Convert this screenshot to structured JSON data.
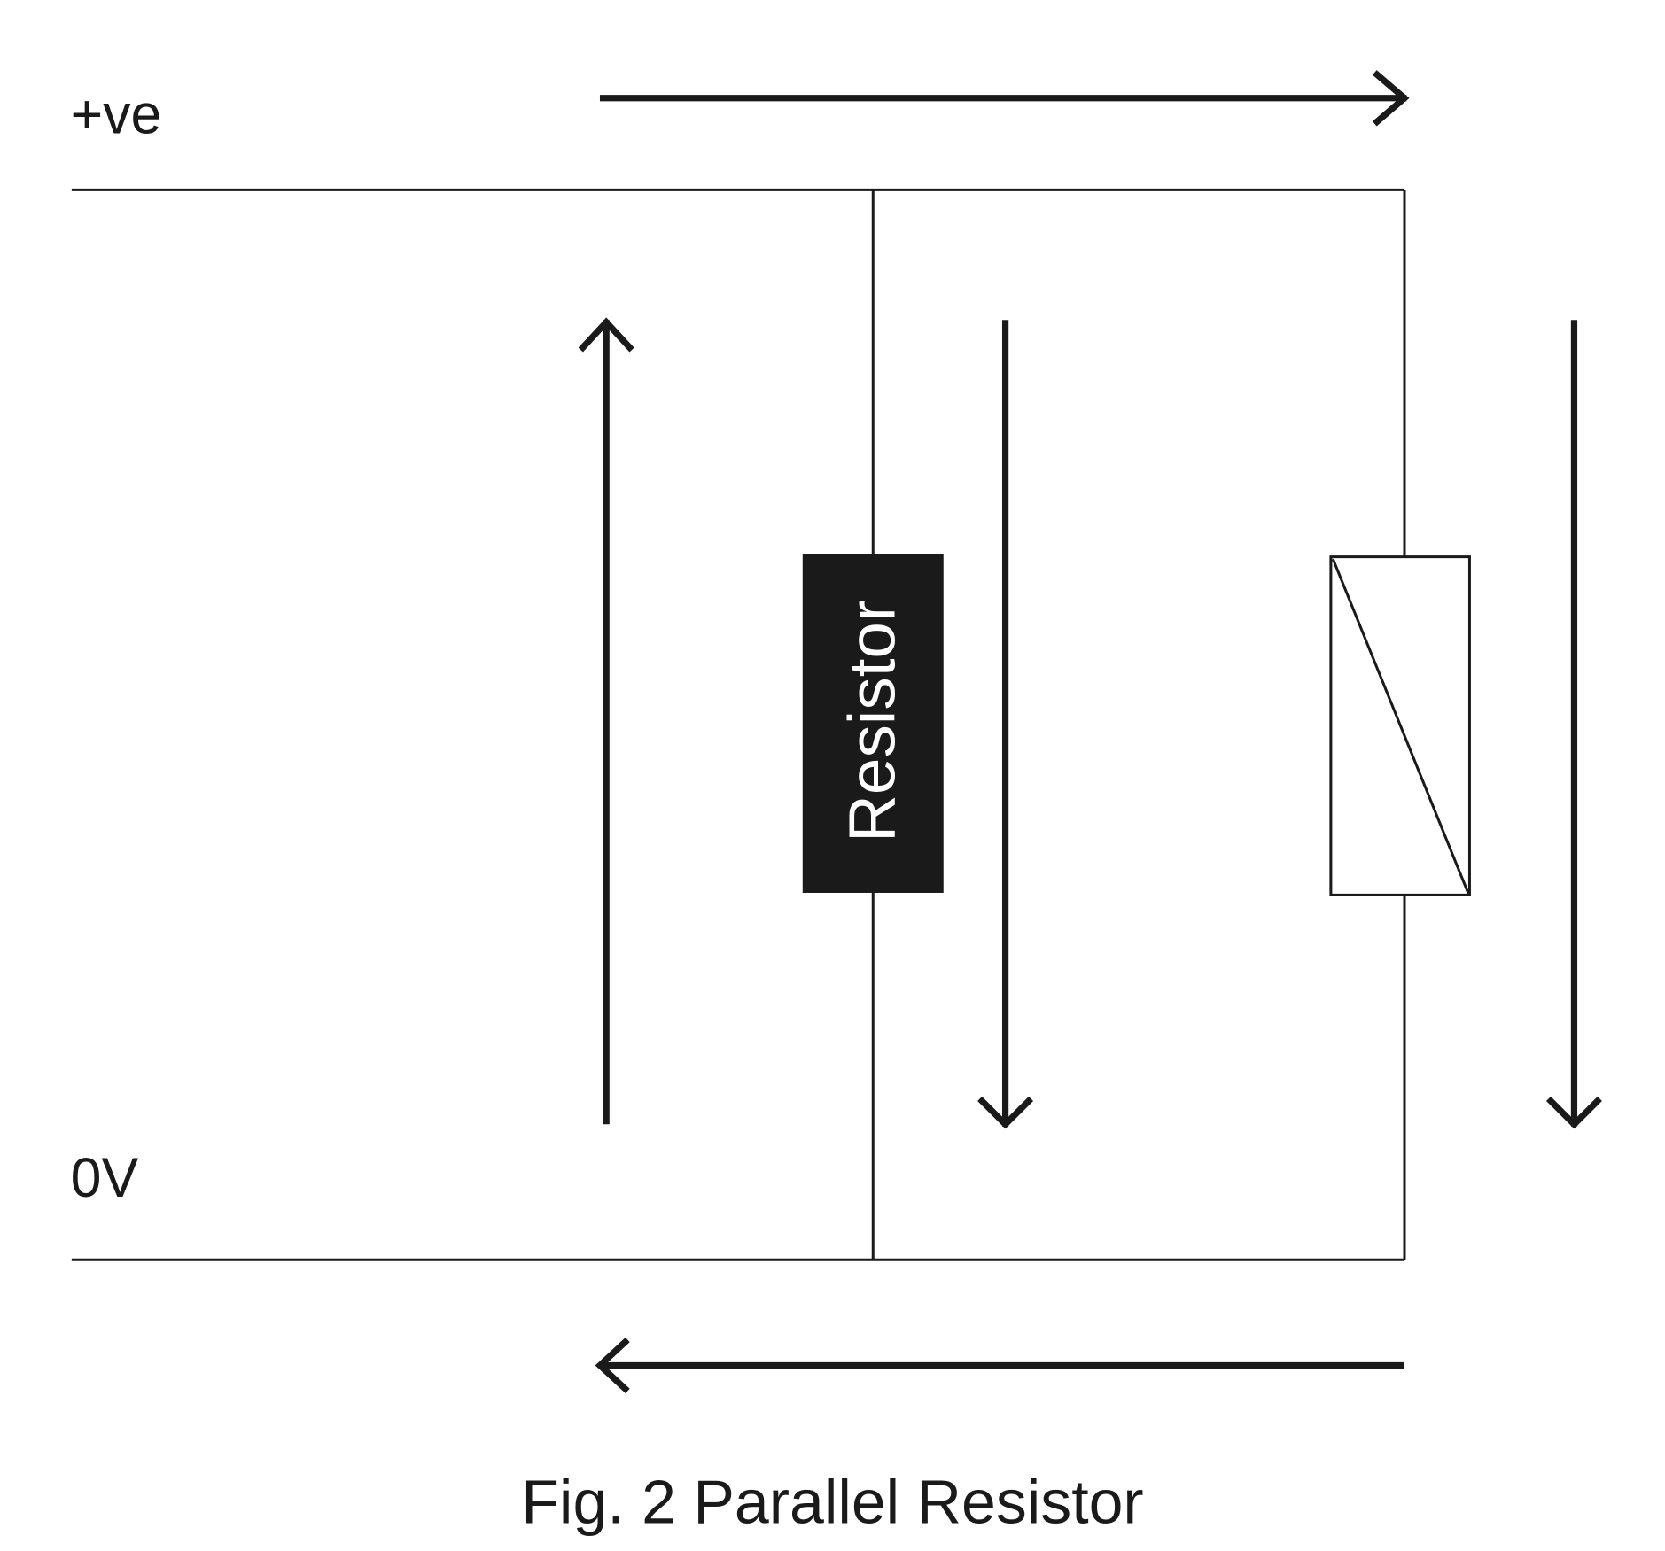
{
  "labels": {
    "positive_rail": "+ve",
    "zero_rail": "0V",
    "resistor_label": "Resistor",
    "caption": "Fig. 2 Parallel Resistor"
  },
  "colors": {
    "ink": "#1a1a1a",
    "background": "#ffffff",
    "resistor_fill": "#1a1a1a",
    "resistor_text": "#ffffff"
  }
}
